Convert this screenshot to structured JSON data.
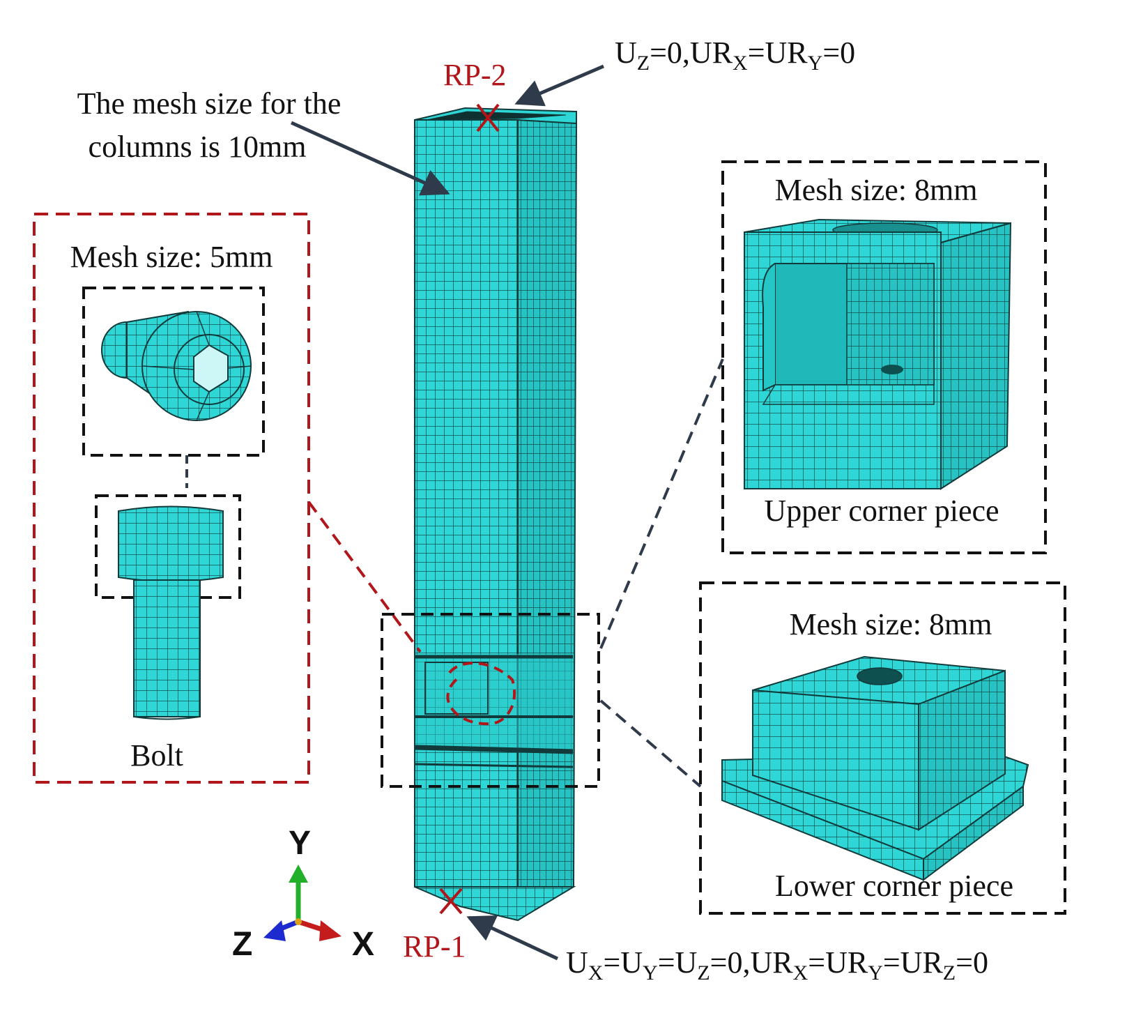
{
  "colors": {
    "mesh_fill": "#2fd6d6",
    "mesh_fill_side": "#27c3c3",
    "mesh_line": "#123a3a",
    "red": "#b0161a",
    "dark": "#2f3a4a",
    "axis_x": "#c41c1c",
    "axis_y": "#22b02a",
    "axis_z": "#1c2ad0"
  },
  "labels": {
    "column_mesh_line1": "The mesh size for the",
    "column_mesh_line2": "columns is 10mm",
    "rp2": "RP-2",
    "rp1": "RP-1",
    "top_bc": {
      "u": "U",
      "z": "Z",
      "mid": "=0,UR",
      "x": "X",
      "eq": "=UR",
      "y": "Y",
      "end": "=0"
    },
    "bottom_bc": {
      "u": "U",
      "x": "X",
      "e1": "=U",
      "y": "Y",
      "e2": "=U",
      "z": "Z",
      "mid": "=0,UR",
      "x2": "X",
      "e3": "=UR",
      "y2": "Y",
      "e4": "=UR",
      "z2": "Z",
      "end": "=0"
    }
  },
  "bolt_panel": {
    "mesh_size": "Mesh size: 5mm",
    "caption": "Bolt"
  },
  "upper_panel": {
    "mesh_size": "Mesh size: 8mm",
    "caption": "Upper corner piece"
  },
  "lower_panel": {
    "mesh_size": "Mesh size: 8mm",
    "caption": "Lower corner piece"
  },
  "axes": {
    "x": "X",
    "y": "Y",
    "z": "Z"
  }
}
